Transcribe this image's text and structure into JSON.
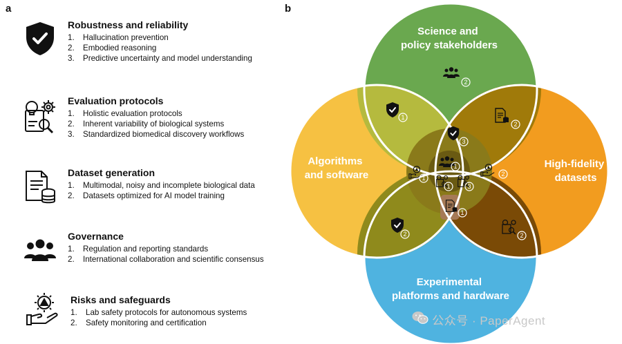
{
  "panels": {
    "a": "a",
    "b": "b"
  },
  "sections": [
    {
      "title": "Robustness and reliability",
      "icon": "shield-check-icon",
      "items": [
        {
          "num": "1.",
          "text": "Hallucination prevention"
        },
        {
          "num": "2.",
          "text": "Embodied reasoning"
        },
        {
          "num": "3.",
          "text": "Predictive uncertainty and model understanding"
        }
      ]
    },
    {
      "title": "Evaluation protocols",
      "icon": "evaluation-icon",
      "items": [
        {
          "num": "1.",
          "text": "Holistic evaluation protocols"
        },
        {
          "num": "2.",
          "text": "Inherent variability of biological systems"
        },
        {
          "num": "3.",
          "text": "Standardized biomedical discovery workflows"
        }
      ]
    },
    {
      "title": "Dataset generation",
      "icon": "dataset-icon",
      "items": [
        {
          "num": "1.",
          "text": "Multimodal, noisy and incomplete biological data"
        },
        {
          "num": "2.",
          "text": "Datasets optimized for AI model training"
        }
      ]
    },
    {
      "title": "Governance",
      "icon": "people-group-icon",
      "items": [
        {
          "num": "1.",
          "text": "Regulation and reporting standards"
        },
        {
          "num": "2.",
          "text": "International collaboration and scientific consensus"
        }
      ]
    },
    {
      "title": "Risks and safeguards",
      "icon": "risk-hand-icon",
      "items": [
        {
          "num": "1.",
          "text": "Lab safety protocols for autonomous systems"
        },
        {
          "num": "2.",
          "text": "Safety monitoring and certification"
        }
      ]
    }
  ],
  "venn": {
    "circles": [
      {
        "name": "Science and policy stakeholders",
        "lines": [
          "Science and",
          "policy stakeholders"
        ],
        "color": "#6aa84f"
      },
      {
        "name": "Algorithms and software",
        "lines": [
          "Algorithms",
          "and software"
        ],
        "color": "#f6c142"
      },
      {
        "name": "High-fidelity datasets",
        "lines": [
          "High-fidelity",
          "datasets"
        ],
        "color": "#f29c1f"
      },
      {
        "name": "Experimental platforms and hardware",
        "lines": [
          "Experimental",
          "platforms and hardware"
        ],
        "color": "#4fb3e0"
      }
    ],
    "badges": [
      {
        "icon": "people-group-icon",
        "num": "2",
        "region": "policy"
      },
      {
        "icon": "shield-check-icon",
        "num": "1",
        "region": "policy-algorithms"
      },
      {
        "icon": "dataset-icon",
        "num": "2",
        "region": "policy-datasets"
      },
      {
        "icon": "shield-check-icon",
        "num": "3",
        "region": "policy-algorithms-datasets"
      },
      {
        "icon": "people-group-icon",
        "num": "1",
        "region": "center"
      },
      {
        "icon": "risk-hand-icon",
        "num": "1",
        "region": "algorithms-experimental-policy"
      },
      {
        "icon": "evaluation-icon",
        "num": "1",
        "region": "center-low"
      },
      {
        "icon": "evaluation-icon",
        "num": "3",
        "region": "center-right"
      },
      {
        "icon": "risk-hand-icon",
        "num": "2",
        "region": "datasets-experimental-policy"
      },
      {
        "icon": "shield-check-icon",
        "num": "2",
        "region": "algorithms-experimental"
      },
      {
        "icon": "dataset-icon",
        "num": "1",
        "region": "algorithms-datasets-experimental"
      },
      {
        "icon": "evaluation-icon",
        "num": "2",
        "region": "datasets-experimental"
      }
    ]
  },
  "watermark": {
    "text": "公众号 · PaperAgent",
    "icon": "wechat-icon"
  }
}
